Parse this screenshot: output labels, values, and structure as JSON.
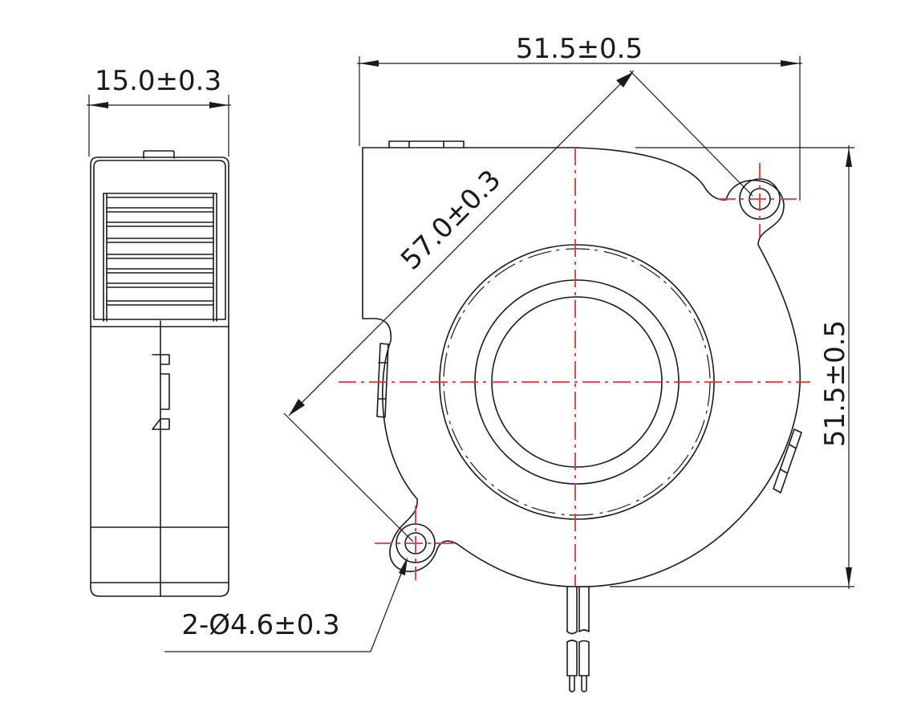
{
  "drawing": {
    "subject": "Blower fan dimension drawing",
    "views": [
      "side-view",
      "front-view"
    ],
    "line_color": "#1a1a1a",
    "centerline_color": "#e8323c",
    "background": "#ffffff"
  },
  "dimensions": {
    "side_width": "15.0±0.3",
    "front_width": "51.5±0.5",
    "front_height": "51.5±0.5",
    "diagonal_hole_spacing": "57.0±0.3",
    "mount_holes": "2-Ø4.6±0.3"
  }
}
